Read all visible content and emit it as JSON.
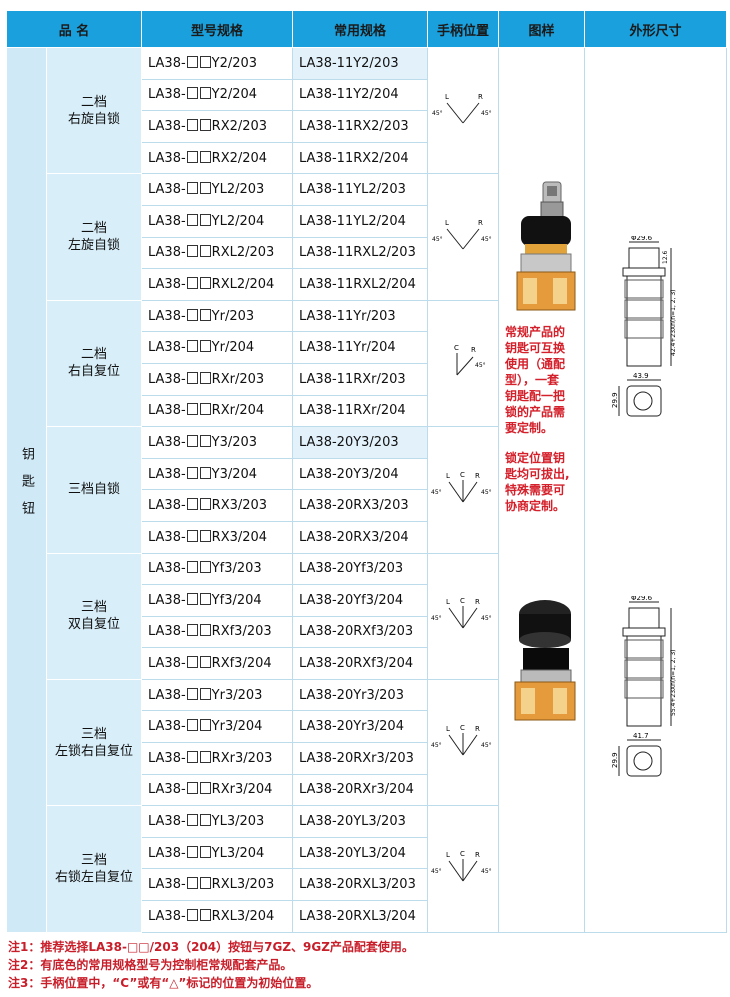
{
  "headers": {
    "name": "品  名",
    "model": "型号规格",
    "std": "常用规格",
    "pos": "手柄位置",
    "img": "图样",
    "dim": "外形尺寸"
  },
  "category": "钥匙钮",
  "groups": [
    {
      "title1": "二档",
      "title2": "右旋自锁",
      "pos": "LR",
      "rows": [
        [
          "LA38-",
          "Y2/203",
          "LA38-11Y2/203",
          true
        ],
        [
          "LA38-",
          "Y2/204",
          "LA38-11Y2/204",
          false
        ],
        [
          "LA38-",
          "RX2/203",
          "LA38-11RX2/203",
          false
        ],
        [
          "LA38-",
          "RX2/204",
          "LA38-11RX2/204",
          false
        ]
      ]
    },
    {
      "title1": "二档",
      "title2": "左旋自锁",
      "pos": "LR",
      "rows": [
        [
          "LA38-",
          "YL2/203",
          "LA38-11YL2/203",
          false
        ],
        [
          "LA38-",
          "YL2/204",
          "LA38-11YL2/204",
          false
        ],
        [
          "LA38-",
          "RXL2/203",
          "LA38-11RXL2/203",
          false
        ],
        [
          "LA38-",
          "RXL2/204",
          "LA38-11RXL2/204",
          false
        ]
      ]
    },
    {
      "title1": "二档",
      "title2": "右自复位",
      "pos": "CR",
      "rows": [
        [
          "LA38-",
          "Yr/203",
          "LA38-11Yr/203",
          false
        ],
        [
          "LA38-",
          "Yr/204",
          "LA38-11Yr/204",
          false
        ],
        [
          "LA38-",
          "RXr/203",
          "LA38-11RXr/203",
          false
        ],
        [
          "LA38-",
          "RXr/204",
          "LA38-11RXr/204",
          false
        ]
      ]
    },
    {
      "title1": "三档自锁",
      "title2": "",
      "pos": "LCR",
      "rows": [
        [
          "LA38-",
          "Y3/203",
          "LA38-20Y3/203",
          true
        ],
        [
          "LA38-",
          "Y3/204",
          "LA38-20Y3/204",
          false
        ],
        [
          "LA38-",
          "RX3/203",
          "LA38-20RX3/203",
          false
        ],
        [
          "LA38-",
          "RX3/204",
          "LA38-20RX3/204",
          false
        ]
      ]
    },
    {
      "title1": "三档",
      "title2": "双自复位",
      "pos": "LCR",
      "rows": [
        [
          "LA38-",
          "Yf3/203",
          "LA38-20Yf3/203",
          false
        ],
        [
          "LA38-",
          "Yf3/204",
          "LA38-20Yf3/204",
          false
        ],
        [
          "LA38-",
          "RXf3/203",
          "LA38-20RXf3/203",
          false
        ],
        [
          "LA38-",
          "RXf3/204",
          "LA38-20RXf3/204",
          false
        ]
      ]
    },
    {
      "title1": "三档",
      "title2": "左锁右自复位",
      "pos": "LCR",
      "rows": [
        [
          "LA38-",
          "Yr3/203",
          "LA38-20Yr3/203",
          false
        ],
        [
          "LA38-",
          "Yr3/204",
          "LA38-20Yr3/204",
          false
        ],
        [
          "LA38-",
          "RXr3/203",
          "LA38-20RXr3/203",
          false
        ],
        [
          "LA38-",
          "RXr3/204",
          "LA38-20RXr3/204",
          false
        ]
      ]
    },
    {
      "title1": "三档",
      "title2": "右锁左自复位",
      "pos": "LCR",
      "rows": [
        [
          "LA38-",
          "YL3/203",
          "LA38-20YL3/203",
          false
        ],
        [
          "LA38-",
          "YL3/204",
          "LA38-20YL3/204",
          false
        ],
        [
          "LA38-",
          "RXL3/203",
          "LA38-20RXL3/203",
          false
        ],
        [
          "LA38-",
          "RXL3/204",
          "LA38-20RXL3/204",
          false
        ]
      ]
    }
  ],
  "angle": "45°",
  "red_note1": [
    "常规产品的",
    "钥匙可互换",
    "使用（通配",
    "型），一套",
    "钥匙配一把",
    "锁的产品需",
    "要定制。"
  ],
  "red_note2": [
    "锁定位置钥",
    "匙均可拔出,",
    "特殊需要可",
    "协商定制。"
  ],
  "dim1": {
    "d": "Φ29.6",
    "h1": "12.6",
    "h2": "42.4+23Xn(n=1, 2, 3)",
    "w": "43.9",
    "s": "29.9"
  },
  "dim2": {
    "d": "Φ29.6",
    "h2": "55.4+23Xn(n=1, 2, 3)",
    "w": "41.7",
    "s": "29.9"
  },
  "notes": [
    "注1：推荐选择LA38-□□/203（204）按钮与7GZ、9GZ产品配套使用。",
    "注2：有底色的常用规格型号为控制柜常规配套产品。",
    "注3：手柄位置中，“C”或有“△”标记的位置为初始位置。"
  ]
}
